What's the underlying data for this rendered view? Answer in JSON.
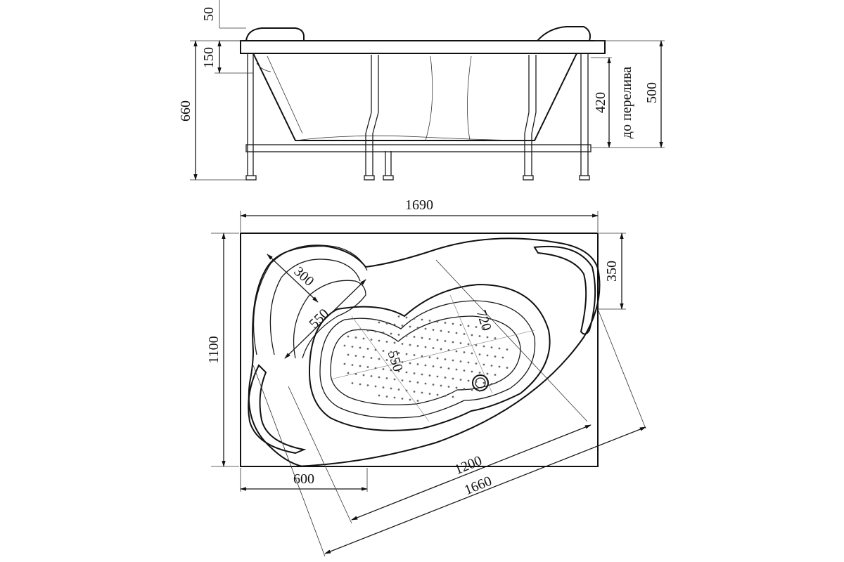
{
  "side_view": {
    "dims": {
      "rim_height": "50",
      "depth_top": "150",
      "total_height": "660",
      "overflow_height": "420",
      "overflow_label": "до перелива",
      "bath_depth": "500"
    }
  },
  "plan_view": {
    "dims": {
      "length": "1690",
      "width": "1100",
      "corner_depth": "350",
      "headrest_width": "300",
      "seat_width": "550",
      "bowl_length": "720",
      "bowl_width": "550",
      "short_side": "600",
      "inner_diagonal": "1200",
      "outer_diagonal": "1660"
    }
  }
}
